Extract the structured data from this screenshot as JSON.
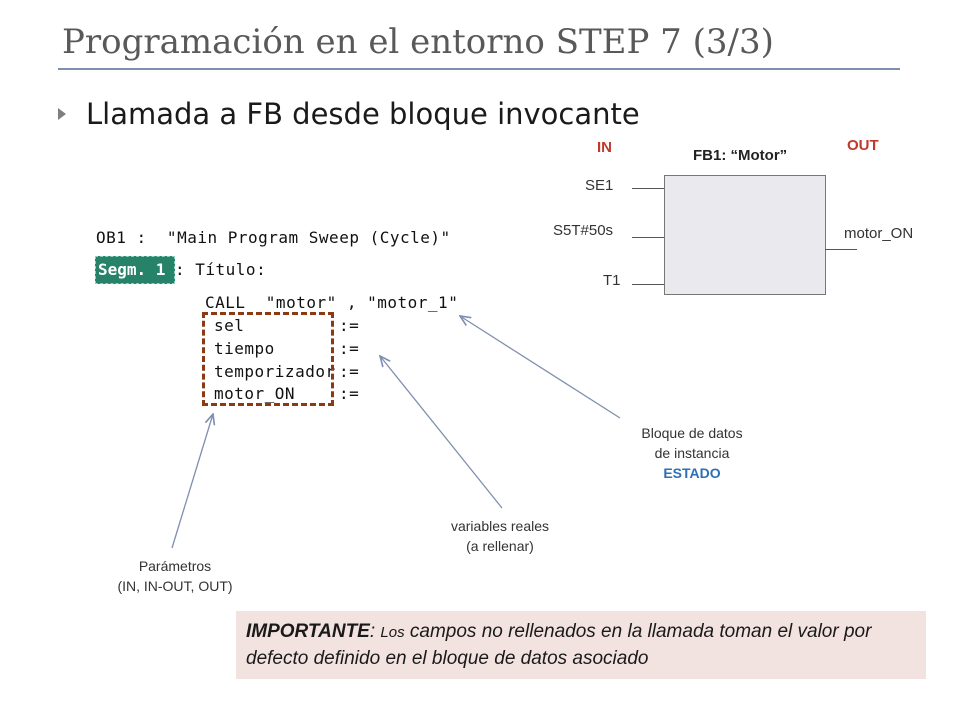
{
  "slide": {
    "title": "Programación en el entorno STEP 7 (3/3)",
    "bullet": "Llamada a FB desde bloque invocante"
  },
  "fb_diagram": {
    "in_label": "IN",
    "out_label": "OUT",
    "title": "FB1: “Motor”",
    "inputs": [
      "SE1",
      "S5T#50s",
      "T1"
    ],
    "output": "motor_ON"
  },
  "code": {
    "line_ob": "OB1 :  \"Main Program Sweep (Cycle)\"",
    "segment_badge": "Segm. 1",
    "segment_title": ": Título:",
    "call_line": "CALL  \"motor\" , \"motor_1\"",
    "params": [
      {
        "name": "sel",
        "assign": ":="
      },
      {
        "name": "tiempo",
        "assign": ":="
      },
      {
        "name": "temporizador",
        "assign": ":="
      },
      {
        "name": "motor_ON",
        "assign": ":="
      }
    ]
  },
  "annotations": {
    "db_line1": "Bloque de datos",
    "db_line2": "de instancia",
    "db_name": "ESTADO",
    "vars_line1": "variables reales",
    "vars_line2": "(a rellenar)",
    "params_line1": "Parámetros",
    "params_line2": "(IN, IN-OUT, OUT)"
  },
  "important": {
    "head": "IMPORTANTE",
    "colon": ": ",
    "small": "Los",
    "rest": " campos no rellenados en la llamada toman el valor por defecto definido en el bloque de datos asociado"
  },
  "colors": {
    "title_rule": "#7f8faf",
    "io_label": "#c0392b",
    "segment_badge": "#27826a",
    "param_frame": "#8b3a12",
    "db_name": "#2e6fb5",
    "important_bg": "#f2e3e1"
  }
}
